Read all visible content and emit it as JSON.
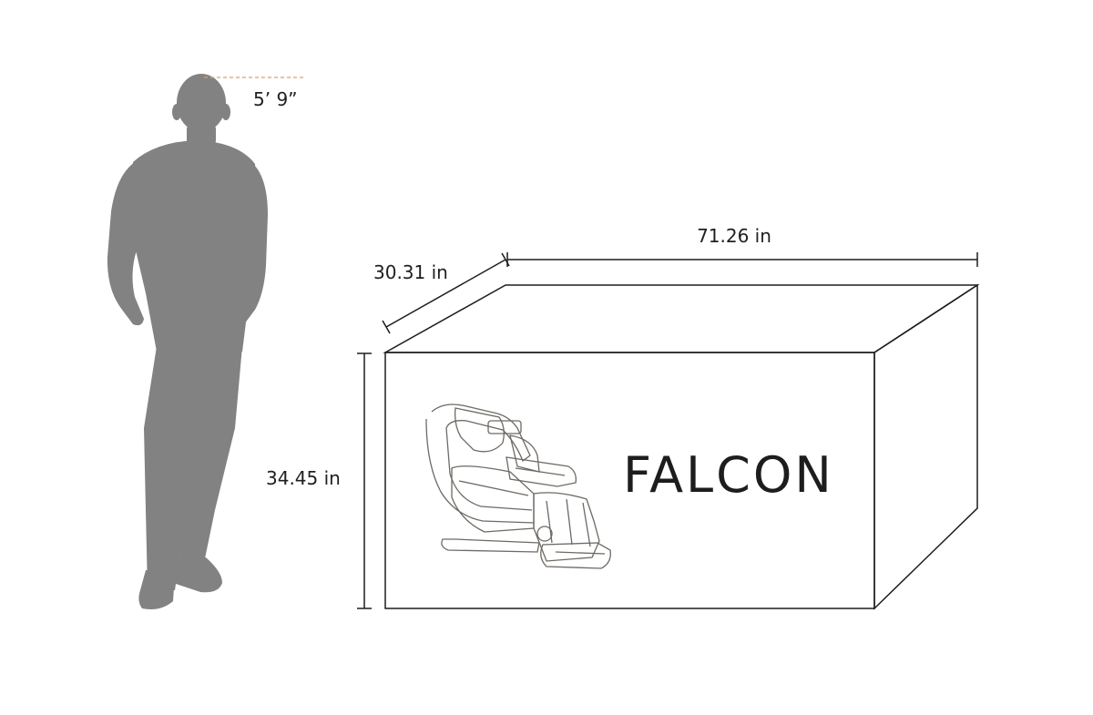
{
  "person": {
    "height_label": "5’ 9”"
  },
  "box": {
    "width_label": "71.26 in",
    "depth_label": "30.31 in",
    "height_label": "34.45 in",
    "brand_name": "FALCON"
  },
  "colors": {
    "silhouette": "#828282",
    "box_front": "#ece9e1",
    "box_top": "#d5cfc6",
    "box_side": "#bfbbb7",
    "outline": "#1d1d1d",
    "guide_line": "#d9a06b",
    "chair_line": "#6e6a64"
  },
  "icons": {
    "product": "massage-chair-icon"
  }
}
